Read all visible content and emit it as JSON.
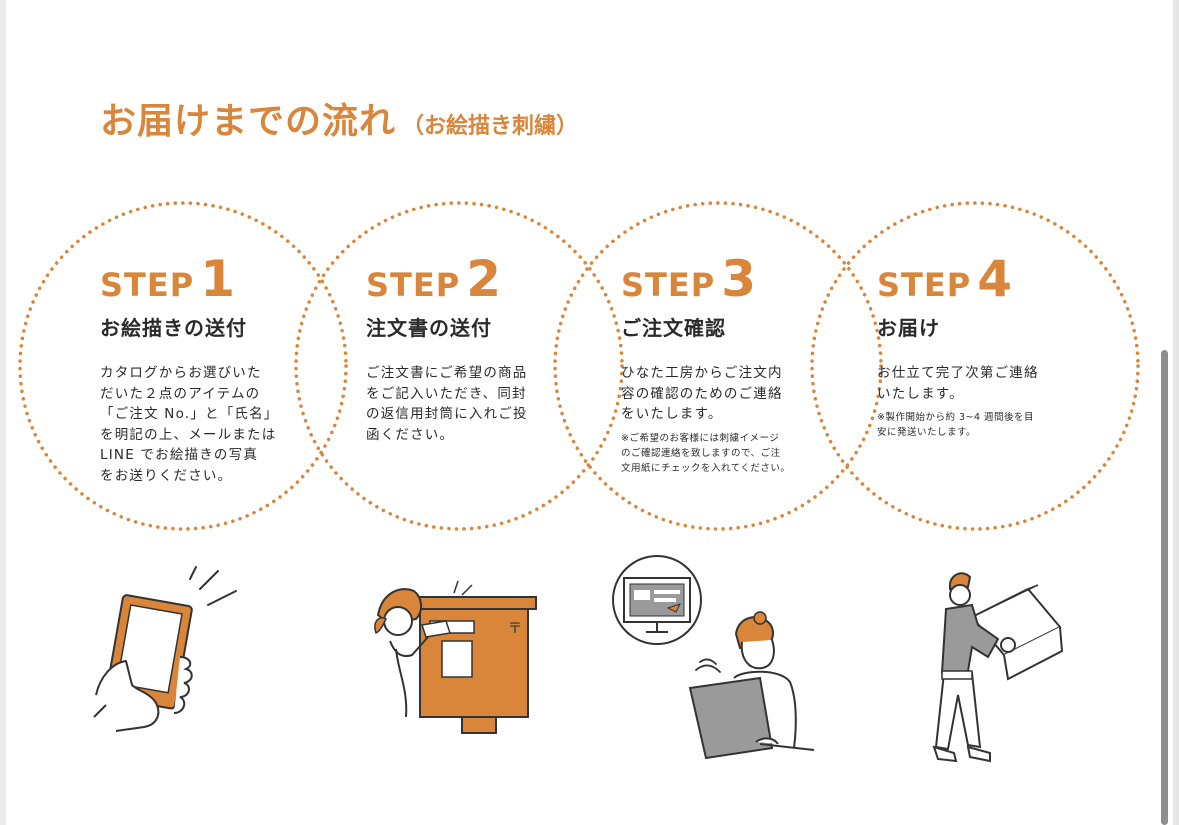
{
  "header": {
    "title": "お届けまでの流れ",
    "subtitle": "（お絵描き刺繍）"
  },
  "colors": {
    "accent": "#d9853a",
    "text": "#2a2a2a",
    "illustration_gray": "#9a9a9a"
  },
  "steps": [
    {
      "label": "STEP",
      "number": "1",
      "name": "お絵描きの送付",
      "description": "カタログからお選びいた\nだいた２点のアイテムの\n「ご注文 No.」と「氏名」\nを明記の上、メールまたは\nLINE でお絵描きの写真\nをお送りください。",
      "note": "",
      "illustration": "smartphone-hand-icon"
    },
    {
      "label": "STEP",
      "number": "2",
      "name": "注文書の送付",
      "description": "ご注文書にご希望の商品\nをご記入いただき、同封\nの返信用封筒に入れご投\n函ください。",
      "note": "",
      "illustration": "woman-mailbox-icon"
    },
    {
      "label": "STEP",
      "number": "3",
      "name": "ご注文確認",
      "description": "ひなた工房からご注文内\n容の確認のためのご連絡\nをいたします。",
      "note": "※ご希望のお客様には刺繍イメージ\nのご確認連絡を致しますので、ご注\n文用紙にチェックを入れてください。",
      "illustration": "woman-laptop-icon"
    },
    {
      "label": "STEP",
      "number": "4",
      "name": "お届け",
      "description": "お仕立て完了次第ご連絡\nいたします。",
      "note": "※製作開始から約 3~4 週間後を目\n安に発送いたします。",
      "illustration": "delivery-man-icon"
    }
  ]
}
